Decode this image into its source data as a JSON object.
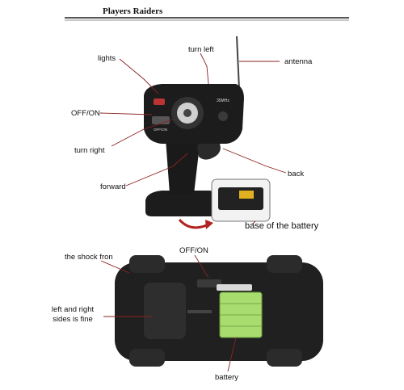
{
  "header": {
    "brand": "Players Raiders"
  },
  "callouts": {
    "lights": "lights",
    "turn_left": "turn left",
    "antenna": "antenna",
    "off_on_transmitter": "OFF/ON",
    "turn_right": "turn right",
    "back": "back",
    "forward": "forward",
    "base_of_battery": "base of the battery",
    "off_on_car": "OFF/ON",
    "shock_front": "the shock fron",
    "sides_fine": "left and right sides is fine",
    "battery": "battery"
  },
  "device_text": {
    "frequency": "35MHz",
    "switch": "OFF/ON"
  },
  "colors": {
    "leader_line": "#8a2222",
    "transmitter_body": "#1c1c1c",
    "chassis": "#202020",
    "battery_pack": "#a8dc6e",
    "arrow": "#b22222"
  }
}
